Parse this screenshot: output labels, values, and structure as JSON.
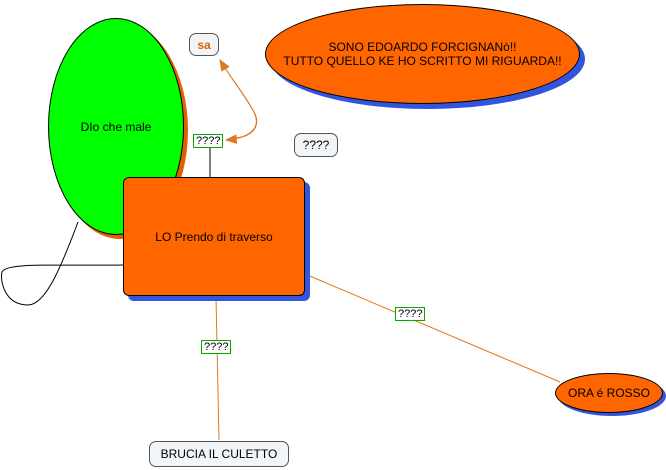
{
  "nodes": {
    "green_ellipse": "DIo che male",
    "top_ellipse": "SONO EDOARDO FORCIGNANò!!\nTUTTO QUELLO KE HO SCRITTO MI RIGUARDA!!",
    "main_rect": "LO Prendo di traverso",
    "sa": "sa",
    "question": "????",
    "bottom_box": "BRUCIA IL CULETTO",
    "right_ellipse": "ORA é ROSSO"
  },
  "link_labels": {
    "top_link": "????",
    "bottom_link": "????",
    "right_link": "????"
  },
  "colors": {
    "orange": "#ff6600",
    "green": "#00ff00",
    "shadow_blue": "#3355dd",
    "link_orange": "#e07820",
    "label_border": "#00aa00"
  }
}
